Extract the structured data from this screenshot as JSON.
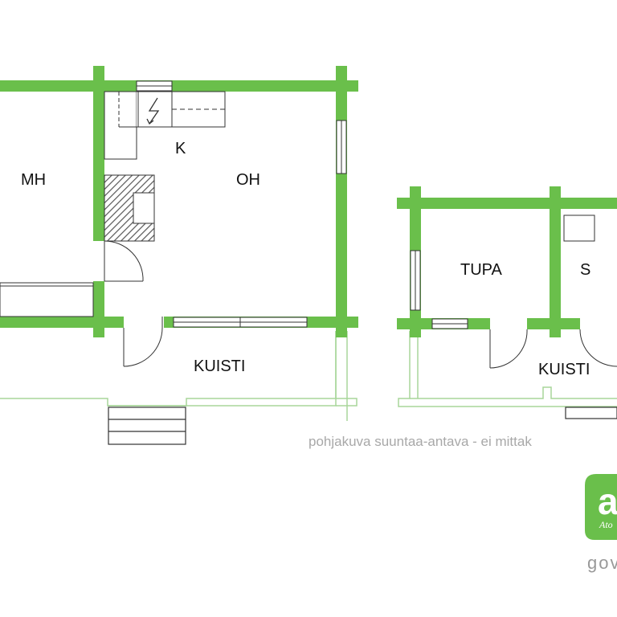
{
  "colors": {
    "wall": "#6abf4b",
    "outline": "#a8d69a",
    "line": "#333333",
    "stove_hatch": "#555555",
    "note_text": "#a8a8a8",
    "logo_bg": "#6abf4b",
    "brand_text": "#999999"
  },
  "rooms": {
    "mh": "MH",
    "k": "K",
    "oh": "OH",
    "kuisti_main": "KUISTI",
    "tupa": "TUPA",
    "s": "S",
    "kuisti_sauna": "KUISTI"
  },
  "icons": {
    "stove": "stove-hatched-icon",
    "electric": "lightning-bolt-icon"
  },
  "note": "pohjakuva suuntaa-antava - ei mittak",
  "logo": {
    "letter": "a",
    "script": "Ato",
    "brand": "gov"
  }
}
